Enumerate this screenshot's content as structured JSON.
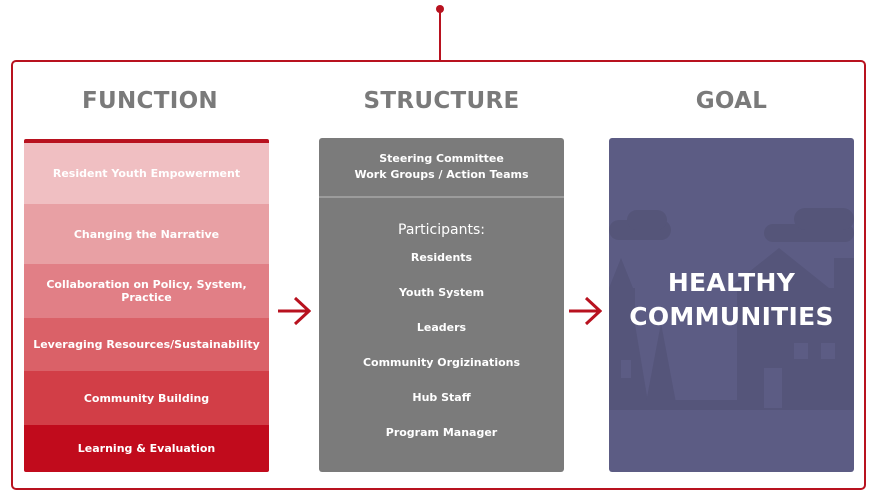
{
  "headings": {
    "function": "FUNCTION",
    "structure": "STRUCTURE",
    "goal": "GOAL"
  },
  "function": {
    "items": [
      "Resident Youth Empowerment",
      "Changing the Narrative",
      "Collaboration on Policy,  System, Practice",
      "Leveraging  Resources/Sustainability",
      "Community Building",
      "Learning & Evaluation"
    ]
  },
  "structure": {
    "top_line_1": "Steering Committee",
    "top_line_2": "Work Groups / Action Teams",
    "participants_title": "Participants:",
    "participants": [
      "Residents",
      "Youth System",
      "Leaders",
      "Community Orgizinations",
      "Hub Staff",
      "Program Manager"
    ]
  },
  "goal": {
    "line_1": "HEALTHY",
    "line_2": "COMMUNITIES"
  },
  "colors": {
    "accent_red": "#b8121f",
    "structure_gray": "#7b7b7b",
    "goal_purple": "#5c5c84",
    "heading_gray": "#7a7a7a"
  },
  "icons": [
    "arrow-right-icon",
    "cityscape-illustration"
  ]
}
